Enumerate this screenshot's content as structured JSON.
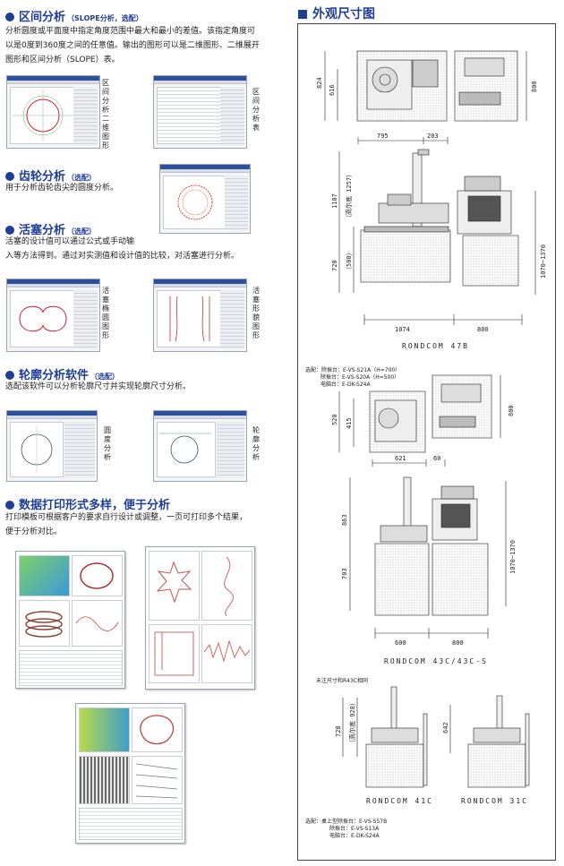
{
  "left": {
    "s1": {
      "title": "区间分析",
      "note": "（SLOPE分析，选配）",
      "lines": [
        "分析圆度或平面度中指定角度范围中最大和最小的差值。该指定角度可",
        "以是0度到360度之间的任意值。输出的图形可以是二维图形、二维展开",
        "图形和区间分析（SLOPE）表。"
      ],
      "cap1": "区间分析二维图形",
      "cap2": "区间分析表"
    },
    "s2": {
      "title": "齿轮分析",
      "note": "（选配）",
      "lines": [
        "用于分析齿轮齿尖的圆度分析。"
      ]
    },
    "s3": {
      "title": "活塞分析",
      "note": "（选配）",
      "lines": [
        "活塞的设计值可以通过公式或手动输",
        "入等方法得到。通过对实测值和设计值的比较，对活塞进行分析。"
      ],
      "cap1": "活塞椭圆图形",
      "cap2": "活塞形貌图形"
    },
    "s4": {
      "title": "轮廓分析软件",
      "note": "（选配）",
      "lines": [
        "选配该软件可以分析轮廓尺寸并实现轮廓尺寸分析。"
      ],
      "cap1": "圆度分析",
      "cap2": "轮廓分析"
    },
    "s5": {
      "title": "数据打印形式多样，便于分析",
      "lines": [
        "打印模板可根据客户的要求自行设计或调整，一页可打印多个结果，",
        "便于分析对比。"
      ]
    }
  },
  "right": {
    "title": "外观尺寸图",
    "d1": {
      "a": "824",
      "b": "616",
      "c": "800"
    },
    "d2": {
      "w1": "795",
      "w2": "203",
      "h1": "1107",
      "h2": "（高尔底 1257）",
      "h3": "720",
      "h4": "（500）",
      "hr": "1070~1370",
      "b1": "1074",
      "b2": "800"
    },
    "model1": "RONDCOM 47B",
    "opt1": [
      "选配：除振台：E-VS-S21A（H=700）",
      "除振台：E-VS-S20A（H=500）",
      "电脑台：E-DK-S24A"
    ],
    "d3": {
      "a": "520",
      "b": "415",
      "c": "800"
    },
    "d4": {
      "w1": "621",
      "w2": "60",
      "h1": "863",
      "h2": "703",
      "hr": "1070~1370",
      "b1": "600",
      "b2": "800"
    },
    "model2": "RONDCOM 43C/43C-S",
    "note": "未注尺寸和R43C相同",
    "d5": {
      "h1": "728",
      "h1b": "（高尔底 928）",
      "h2": "642"
    },
    "model3": "RONDCOM 41C",
    "model4": "RONDCOM 31C",
    "opt2": [
      "选配：桌上型除振台：E-VS-S57B",
      "除振台：E-VS-S13A",
      "电脑台：E-DK-S24A"
    ]
  }
}
